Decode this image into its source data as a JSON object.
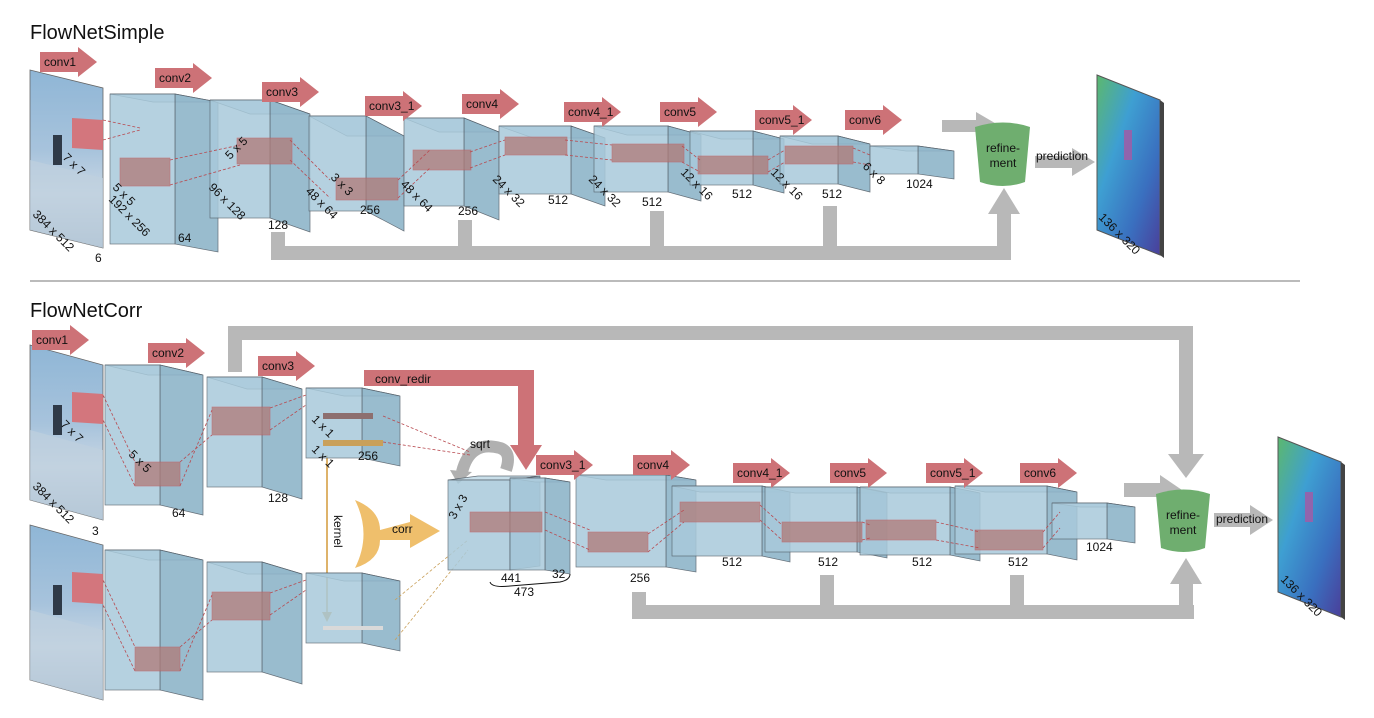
{
  "top": {
    "title": "FlowNetSimple",
    "input_size": "384 x 512",
    "input_channels": "6",
    "kernels": [
      "7 x 7",
      "5 x 5",
      "5 x 5",
      "3 x 3"
    ],
    "layers": [
      {
        "arrow": "conv1"
      },
      {
        "arrow": "conv2",
        "spatial": "192 x 256",
        "channels": "64"
      },
      {
        "arrow": "conv3",
        "spatial": "96 x 128",
        "channels": "128"
      },
      {
        "arrow": "conv3_1",
        "spatial": "48 x 64",
        "channels": "256"
      },
      {
        "arrow": "conv4",
        "spatial": "48 x 64",
        "channels": "256"
      },
      {
        "arrow": "conv4_1",
        "spatial": "24 x 32",
        "channels": "512"
      },
      {
        "arrow": "conv5",
        "spatial": "24 x 32",
        "channels": "512"
      },
      {
        "arrow": "conv5_1",
        "spatial": "12 x 16",
        "channels": "512"
      },
      {
        "arrow": "conv6",
        "spatial": "12 x 16",
        "channels": "512"
      },
      {
        "spatial": "6 x 8",
        "channels": "1024"
      }
    ],
    "refine": "refine-\nment",
    "prediction": "prediction",
    "output_size": "136 x 320"
  },
  "bottom": {
    "title": "FlowNetCorr",
    "input_size": "384 x 512",
    "input_channels": "3",
    "conv1": "conv1",
    "conv2": "conv2",
    "conv3": "conv3",
    "kernel_7": "7 x 7",
    "kernel_5": "5 x 5",
    "kernel_1a": "1 x 1",
    "kernel_1b": "1 x 1",
    "kernel_3": "3 x 3",
    "ch_64": "64",
    "ch_128": "128",
    "ch_256": "256",
    "conv_redir": "conv_redir",
    "sqrt": "sqrt",
    "kernel_label": "kernel",
    "corr": "corr",
    "ch_441": "441",
    "ch_32": "32",
    "ch_473": "473",
    "post_arrows": [
      "conv3_1",
      "conv4",
      "conv4_1",
      "conv5",
      "conv5_1",
      "conv6"
    ],
    "post_channels": [
      "256",
      "512",
      "512",
      "512",
      "512",
      "1024"
    ],
    "refine": "refine-\nment",
    "prediction": "prediction",
    "output_size": "136 x 320"
  },
  "colors": {
    "block_front": "#a9cadb",
    "block_side": "#8fb5c9",
    "block_top": "#c3dbe7",
    "block_edge": "#55606a",
    "conv_arrow": "#cd7277",
    "gray_arrow": "#b8b8b8",
    "refine": "#6fae6f",
    "corr": "#efbf6c",
    "patch": "#b07a77"
  }
}
